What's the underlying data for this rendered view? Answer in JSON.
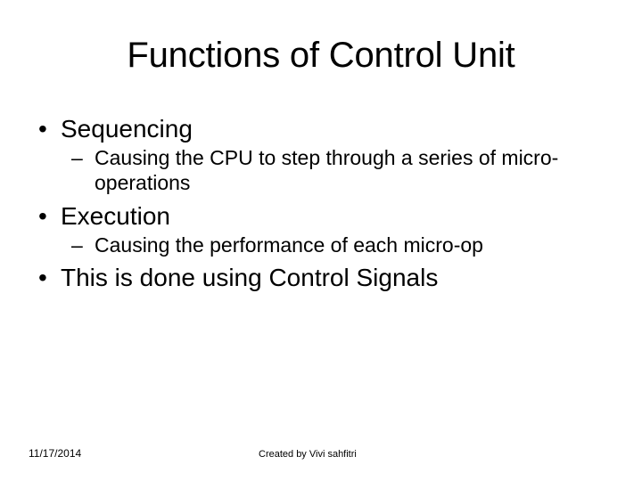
{
  "slide": {
    "title": "Functions of Control Unit",
    "background_color": "#ffffff",
    "text_color": "#000000",
    "bullet_marker_level1": "•",
    "bullet_marker_level2": "–",
    "content": [
      {
        "level": 1,
        "text": "Sequencing"
      },
      {
        "level": 2,
        "text": "Causing the CPU to step through a series of micro-operations"
      },
      {
        "level": 1,
        "text": "Execution"
      },
      {
        "level": 2,
        "text": "Causing the performance of each micro-op"
      },
      {
        "level": 1,
        "text": "This is done using Control Signals"
      }
    ]
  },
  "footer": {
    "date": "11/17/2014",
    "credit": "Created by Vivi sahfitri"
  }
}
